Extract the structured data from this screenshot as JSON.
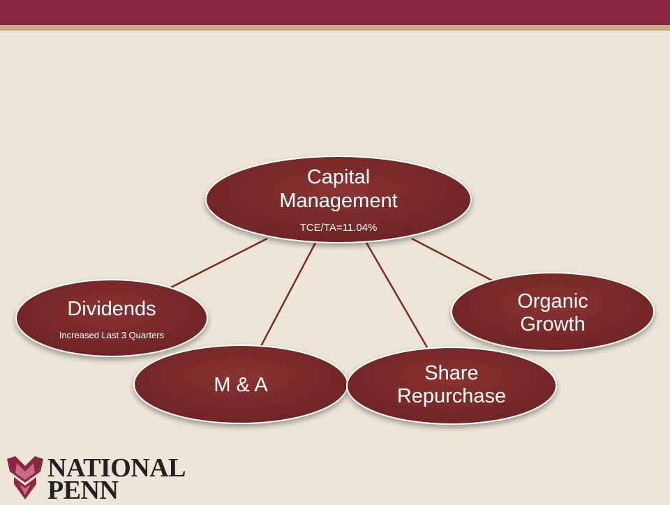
{
  "colors": {
    "banner": "#8a2743",
    "stripe": "#c7ac86",
    "background": "#ede5d7",
    "node_fill": "#7a2a2a",
    "connector": "#7a2a2a"
  },
  "diagram": {
    "center": {
      "title_line1": "Capital",
      "title_line2": "Management",
      "subtitle": "TCE/TA=11.04%"
    },
    "dividends": {
      "title": "Dividends",
      "subtitle": "Increased Last 3 Quarters"
    },
    "ma": {
      "title": "M & A"
    },
    "share_repurchase": {
      "title_line1": "Share",
      "title_line2": "Repurchase"
    },
    "organic_growth": {
      "title_line1": "Organic",
      "title_line2": "Growth"
    }
  },
  "logo": {
    "line1": "NATIONAL",
    "line2": "PENN",
    "icon": "tulip-logo-icon"
  }
}
